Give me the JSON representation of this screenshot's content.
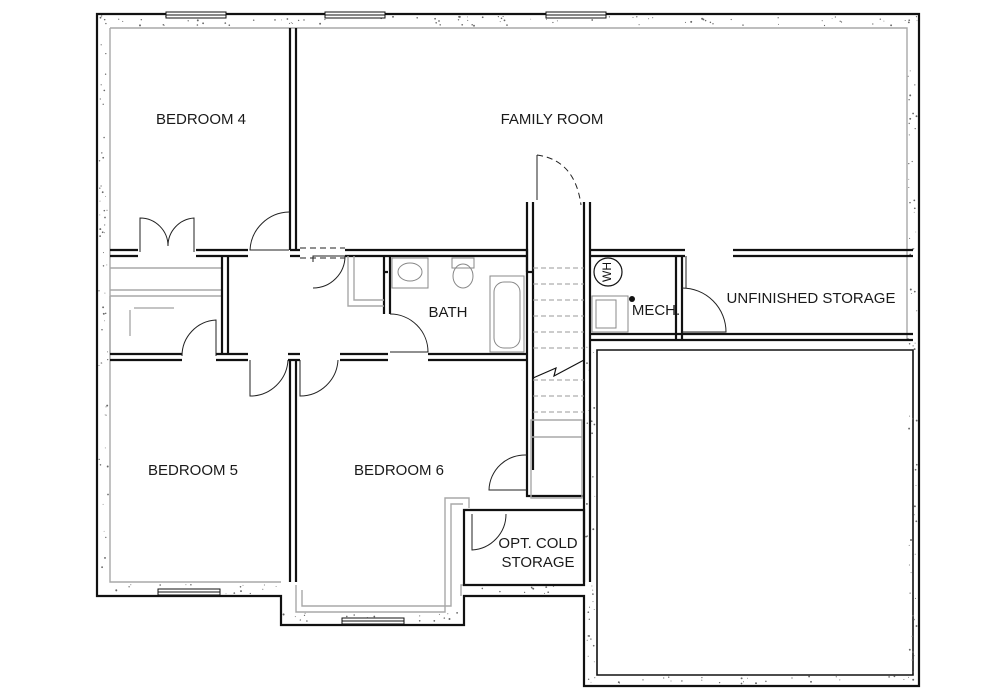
{
  "rooms": {
    "bedroom4": "BEDROOM 4",
    "family_room": "FAMILY ROOM",
    "bath": "BATH",
    "mech": "MECH.",
    "unfinished_storage": "UNFINISHED STORAGE",
    "bedroom5": "BEDROOM 5",
    "bedroom6": "BEDROOM 6",
    "cold_storage_line1": "OPT. COLD",
    "cold_storage_line2": "STORAGE"
  },
  "equipment": {
    "water_heater": "WH"
  }
}
